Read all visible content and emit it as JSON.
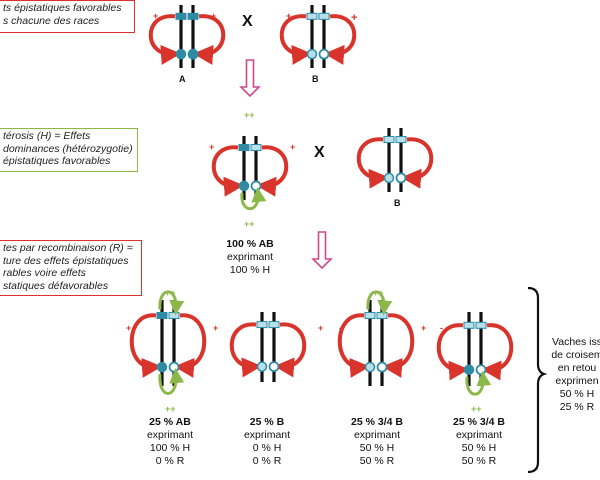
{
  "notes": {
    "epistatic": [
      "ts épistatiques favorables",
      "s chacune des races"
    ],
    "heterosis": [
      "térosis (H) = Effets",
      "dominances (hétérozygotie)",
      "épistatiques favorables"
    ],
    "recombinaison": [
      "tes par recombinaison (R) =",
      "ture des effets épistatiques",
      "rables voire effets",
      "statiques défavorables"
    ]
  },
  "cross_symbol": "X",
  "labels": {
    "a": "A",
    "b": "B"
  },
  "signs": {
    "plus": "+",
    "minus": "-",
    "plusplus": "++"
  },
  "gen1": {
    "pct": "100 % AB",
    "line2": "exprimant",
    "line3": "100 % H"
  },
  "offspring": [
    {
      "pct": "25 % AB",
      "line2": "exprimant",
      "h": "100 % H",
      "r": "0 % R"
    },
    {
      "pct": "25 % B",
      "line2": "exprimant",
      "h": "0 % H",
      "r": "0 % R"
    },
    {
      "pct": "25 %  3/4 B",
      "line2": "exprimant",
      "h": "50 % H",
      "r": "50 % R"
    },
    {
      "pct": "25 %  3/4 B",
      "line2": "exprimant",
      "h": "50 % H",
      "r": "50 % R"
    }
  ],
  "vaches": [
    "Vaches iss",
    "de croisem",
    "en retou",
    "exprimen",
    "50 % H",
    "25 % R"
  ],
  "colors": {
    "red": "#d9342b",
    "green": "#8cb84a",
    "teal_dark": "#2f8aa3",
    "teal_light": "#b7e0ec",
    "pink": "#cc4a8c",
    "chromosome": "#111111"
  }
}
